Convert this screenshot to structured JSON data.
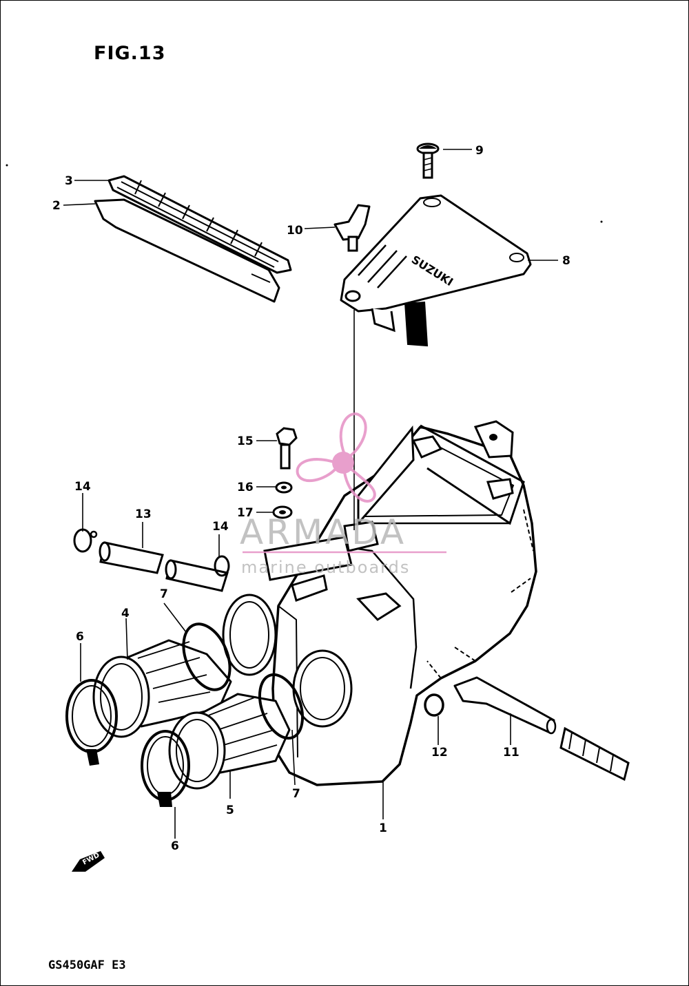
{
  "figure": {
    "title": "FIG.13",
    "model_code": "GS450GAF  E3"
  },
  "cover_branding": "SUZUKI",
  "front_marker": "FWD",
  "watermark": {
    "brand": "ARMADA",
    "tagline": "marine outboards",
    "accent_color": "#e58fc4"
  },
  "callouts": {
    "c1": "1",
    "c2": "2",
    "c3": "3",
    "c4": "4",
    "c5": "5",
    "c6a": "6",
    "c6b": "6",
    "c7a": "7",
    "c7b": "7",
    "c8": "8",
    "c9": "9",
    "c10": "10",
    "c11": "11",
    "c12": "12",
    "c13": "13",
    "c14a": "14",
    "c14b": "14",
    "c15": "15",
    "c16": "16",
    "c17": "17"
  }
}
